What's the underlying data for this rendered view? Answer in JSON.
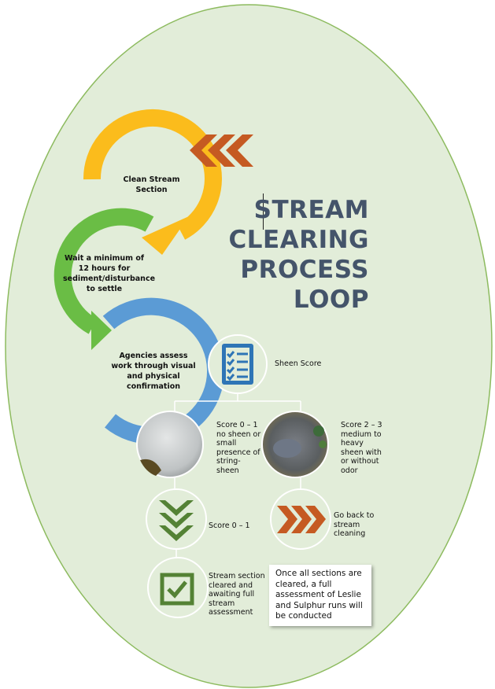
{
  "title_lines": [
    "STREAM",
    "CLEARING",
    "PROCESS",
    "LOOP"
  ],
  "loop_steps": [
    {
      "label": "Clean Stream Section",
      "color": "#fbbc1c"
    },
    {
      "label": "Wait a minimum of 12 hours for sediment/disturbance to settle",
      "color": "#6abd45"
    },
    {
      "label": "Agencies assess work through visual and physical confirmation",
      "color": "#5b9bd5"
    }
  ],
  "sheen_score": {
    "label": "Sheen Score",
    "icon": "checklist-icon"
  },
  "outcomes": [
    {
      "score": "Score 0 – 1",
      "desc": "no sheen or small presence of string-sheen",
      "photo": "clear-water-photo"
    },
    {
      "score": "Score 2 – 3",
      "desc": "medium to heavy sheen with or without odor",
      "photo": "sheen-water-photo"
    }
  ],
  "pass_path": {
    "label": "Score 0 – 1",
    "icon": "chevron-down-icon"
  },
  "fail_path": {
    "label": "Go back to stream cleaning",
    "icon": "chevron-right-icon"
  },
  "cleared": {
    "label": "Stream section cleared and awaiting full stream assessment",
    "icon": "checkbox-icon"
  },
  "note": "Once all sections are cleared, a full assessment of Leslie and Sulphur runs will be conducted",
  "colors": {
    "background": "#e2edd9",
    "border": "#8dbb5f",
    "orange": "#c55a22",
    "dark_green": "#548235",
    "blue": "#2e75b6",
    "title": "#44546a"
  }
}
